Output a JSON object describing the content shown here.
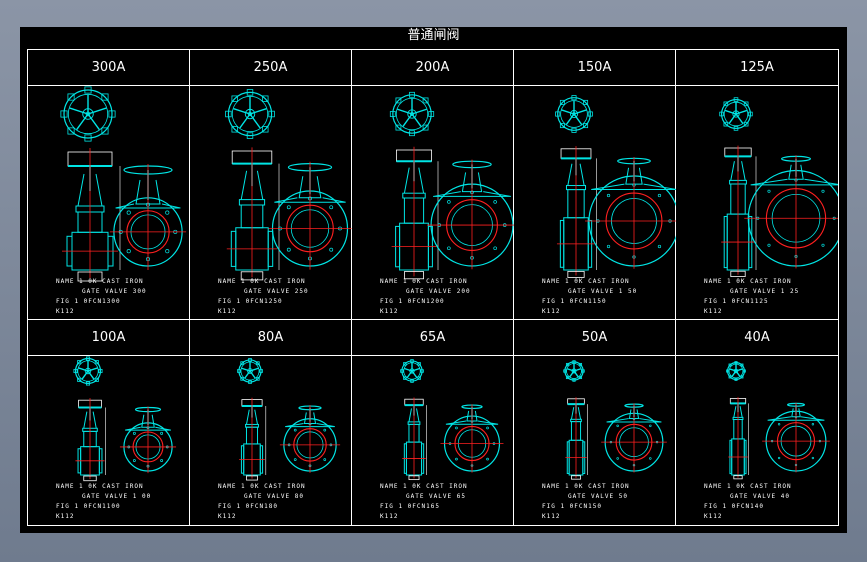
{
  "title": "普通闸阀",
  "colors": {
    "outline": "#00e5e5",
    "axis": "#ff2020",
    "frame": "#ffffff",
    "dim": "#ffffff"
  },
  "valves": [
    {
      "size": "300A",
      "name": "NAME    1 0K  CAST   IRON",
      "type": "GATE   VALVE   300",
      "fig": "FIG     1 0FCN1300",
      "k": "K112",
      "s": 1.0
    },
    {
      "size": "250A",
      "name": "NAME    1 0K  CAST   IRON",
      "type": "GATE   VALVE   250",
      "fig": "FIG     1 0FCN1250",
      "k": "K112",
      "s": 0.9
    },
    {
      "size": "200A",
      "name": "NAME    1 0K  CAST   IRON",
      "type": "GATE   VALVE   200",
      "fig": "FIG     1 0FCN1200",
      "k": "K112",
      "s": 0.8
    },
    {
      "size": "150A",
      "name": "NAME    1 0K  CAST   IRON",
      "type": "GATE   VALVE   1 50",
      "fig": "FIG     1 0FCN1150",
      "k": "K112",
      "s": 0.68
    },
    {
      "size": "125A",
      "name": "NAME    1 0K  CAST   IRON",
      "type": "GATE   VALVE   1 25",
      "fig": "FIG     1 0FCN1125",
      "k": "K112",
      "s": 0.6
    },
    {
      "size": "100A",
      "name": "NAME    1 0K  CAST   IRON",
      "type": "GATE   VALVE   1 00",
      "fig": "FIG     1 0FCN1100",
      "k": "K112",
      "s": 0.52
    },
    {
      "size": "80A",
      "name": "NAME    1 0K  CAST   IRON",
      "type": "GATE   VALVE   80",
      "fig": "FIG     1 0FCN180",
      "k": "K112",
      "s": 0.46
    },
    {
      "size": "65A",
      "name": "NAME    1 0K  CAST   IRON",
      "type": "GATE   VALVE   65",
      "fig": "FIG     1 0FCN165",
      "k": "K112",
      "s": 0.42
    },
    {
      "size": "50A",
      "name": "NAME    1 0K  CAST   IRON",
      "type": "GATE   VALVE   50",
      "fig": "FIG     1 0FCN150",
      "k": "K112",
      "s": 0.38
    },
    {
      "size": "40A",
      "name": "NAME    1 0K  CAST   IRON",
      "type": "GATE   VALVE   40",
      "fig": "FIG     1 0FCN140",
      "k": "K112",
      "s": 0.35
    }
  ]
}
